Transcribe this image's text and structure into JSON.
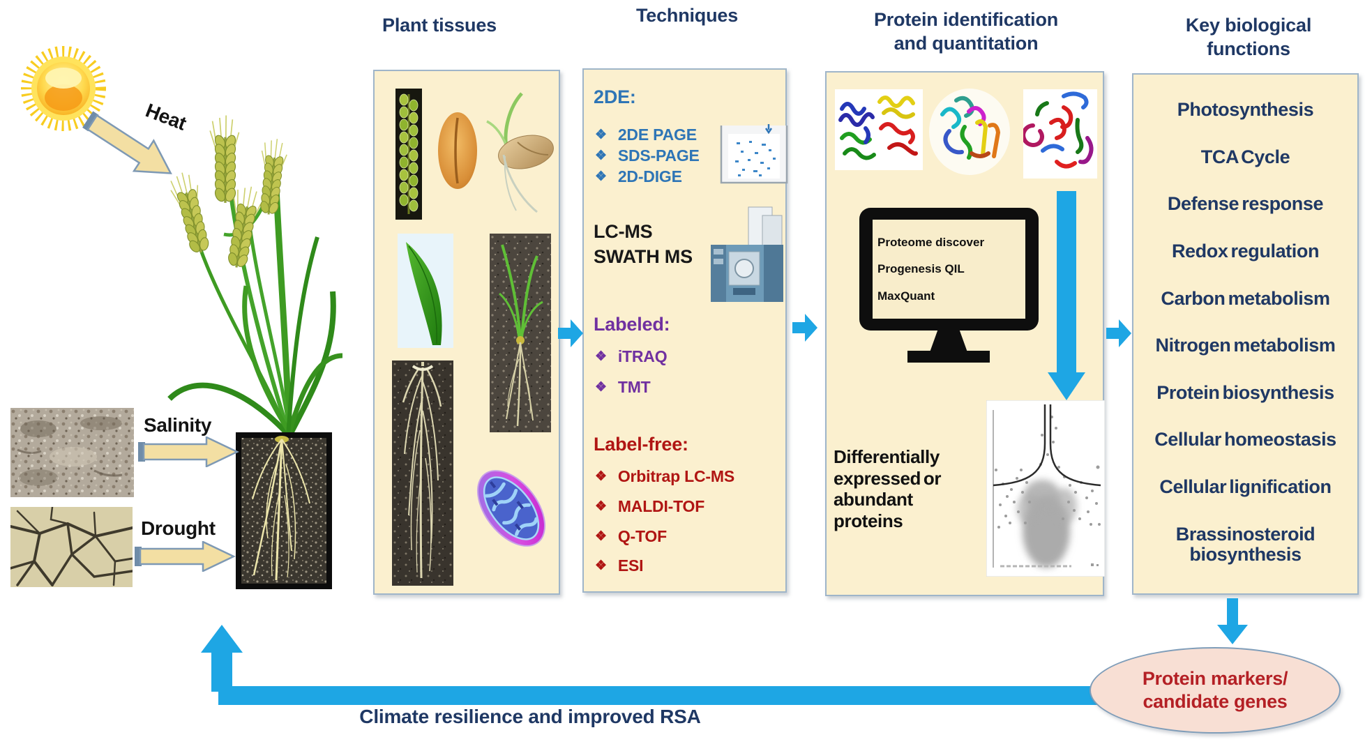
{
  "headers": {
    "plant_tissues": "Plant tissues",
    "techniques": "Techniques",
    "protein_id_line1": "Protein identification",
    "protein_id_line2": "and quantitation",
    "key_functions_line1": "Key biological",
    "key_functions_line2": "functions"
  },
  "stresses": {
    "heat": "Heat",
    "salinity": "Salinity",
    "drought": "Drought"
  },
  "techniques_panel": {
    "bullet_icon": "❖",
    "gel_title": "2DE:",
    "gel_items": [
      "2DE PAGE",
      "SDS-PAGE",
      "2D-DIGE"
    ],
    "ms_line1": "LC-MS",
    "ms_line2": "SWATH MS",
    "labeled_title": "Labeled:",
    "labeled_items": [
      "iTRAQ",
      "TMT"
    ],
    "label_free_title": "Label-free:",
    "label_free_items": [
      "Orbitrap LC-MS",
      "MALDI-TOF",
      "Q-TOF",
      "ESI"
    ]
  },
  "protein_panel": {
    "software": [
      "Proteome discover",
      "Progenesis QIL",
      "MaxQuant"
    ],
    "result": "Differentially expressed or abundant proteins"
  },
  "functions_panel": {
    "items": [
      "Photosynthesis",
      "TCA Cycle",
      "Defense response",
      "Redox regulation",
      "Carbon metabolism",
      "Nitrogen metabolism",
      "Protein biosynthesis",
      "Cellular homeostasis",
      "Cellular lignification",
      "Brassinosteroid biosynthesis"
    ]
  },
  "outcome": {
    "marker_line1": "Protein markers/",
    "marker_line2": "candidate genes",
    "feedback_label": "Climate resilience and improved RSA"
  },
  "colors": {
    "panel_fill": "#FBF0CF",
    "panel_border": "#9FB5C9",
    "header_text": "#1F3864",
    "blue_text": "#2E75B6",
    "purple_text": "#7030A0",
    "red_text": "#B01513",
    "arrow_blue": "#1EA6E4",
    "arrow_tan": "#F3DFA3",
    "oval_fill": "#F8DFD4"
  }
}
